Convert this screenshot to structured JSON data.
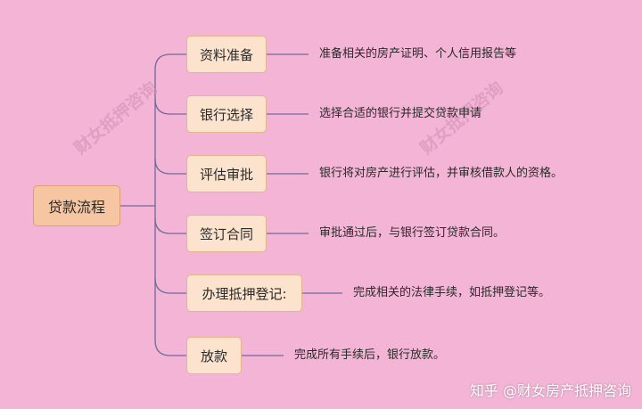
{
  "root": {
    "label": "贷款流程"
  },
  "steps": [
    {
      "label": "资料准备",
      "desc": "准备相关的房产证明、个人信用报告等"
    },
    {
      "label": "银行选择",
      "desc": "选择合适的银行并提交贷款申请"
    },
    {
      "label": "评估审批",
      "desc": "银行将对房产进行评估，并审核借款人的资格。"
    },
    {
      "label": "签订合同",
      "desc": "审批通过后，与银行签订贷款合同。"
    },
    {
      "label": "办理抵押登记:",
      "desc": "完成相关的法律手续，如抵押登记等。"
    },
    {
      "label": "放款",
      "desc": "完成所有手续后，银行放款。"
    }
  ],
  "watermark": "财女抵押咨询",
  "footer": "知乎 @财女房产抵押咨询",
  "colors": {
    "background": "#f3b4d6",
    "node_fill": "#fbe3cd",
    "root_fill": "#f6c5a1",
    "line": "#6f6a9a"
  }
}
